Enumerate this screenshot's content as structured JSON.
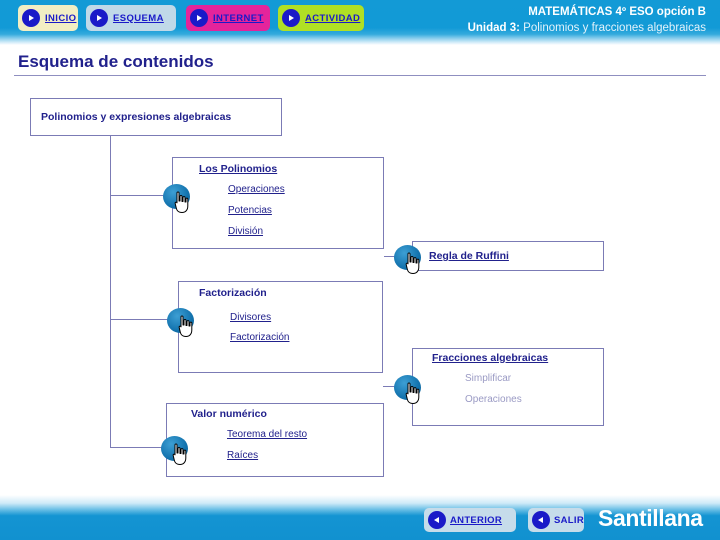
{
  "header": {
    "nav": [
      {
        "label": "INICIO",
        "icon": "play-icon",
        "bg": "#f2eec3",
        "underline": true
      },
      {
        "label": "ESQUEMA",
        "icon": "play-icon",
        "bg": "#c0d9e8",
        "underline": true
      },
      {
        "label": "INTERNET",
        "icon": "play-icon",
        "bg": "#e4249b",
        "underline": true
      },
      {
        "label": "ACTIVIDAD",
        "icon": "play-icon",
        "bg": "#b0e024",
        "underline": true
      }
    ],
    "course": "MATEMÁTICAS 4º ESO opción B",
    "unit_label": "Unidad 3:",
    "unit_name": " Polinomios y fracciones algebraicas"
  },
  "page": {
    "title": "Esquema de contenidos"
  },
  "diagram": {
    "root": {
      "title": "Polinomios y expresiones algebraicas"
    },
    "nodes": [
      {
        "title": "Los Polinomios",
        "title_underline": true,
        "items": [
          {
            "label": "Operaciones",
            "enabled": true
          },
          {
            "label": "Potencias",
            "enabled": true
          },
          {
            "label": "División",
            "enabled": true
          }
        ]
      },
      {
        "title": "Regla de Ruffini",
        "title_underline": true,
        "items": []
      },
      {
        "title": "Factorización",
        "title_underline": false,
        "items": [
          {
            "label": "Divisores",
            "enabled": true
          },
          {
            "label": "Factorización",
            "enabled": true
          }
        ]
      },
      {
        "title": "Fracciones algebraicas",
        "title_underline": true,
        "items": [
          {
            "label": "Simplificar",
            "enabled": false
          },
          {
            "label": "Operaciones",
            "enabled": false
          }
        ]
      },
      {
        "title": "Valor numérico",
        "title_underline": false,
        "items": [
          {
            "label": "Teorema del resto",
            "enabled": true
          },
          {
            "label": "Raíces",
            "enabled": true
          }
        ]
      }
    ],
    "hotspot_icon": "hand-pointer-icon"
  },
  "footer": {
    "buttons": [
      {
        "label": "ANTERIOR",
        "icon": "back-arrow-icon",
        "underline": true
      },
      {
        "label": "SALIR",
        "icon": "back-arrow-icon",
        "underline": false
      }
    ],
    "brand": "Santillana"
  },
  "colors": {
    "band_blue": "#1194d4",
    "ink_navy": "#21218c",
    "line_violet": "#7b7bb5",
    "dim_text": "#9a9ac4",
    "hotspot_blue": "#1272ad"
  }
}
